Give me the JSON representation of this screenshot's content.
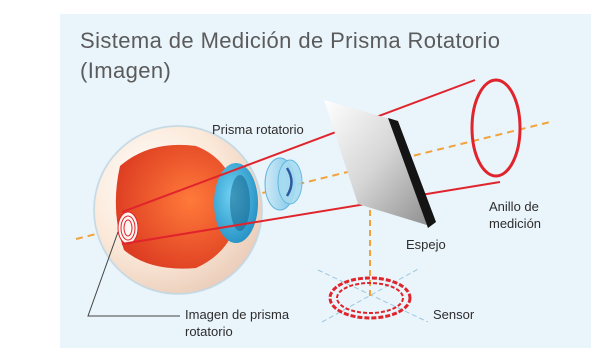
{
  "title": {
    "line1": "Sistema de Medición de Prisma Rotatorio",
    "line2": "(Imagen)"
  },
  "labels": {
    "rotary_prism": "Prisma rotatorio",
    "measurement_ring_line1": "Anillo de",
    "measurement_ring_line2": "medición",
    "mirror": "Espejo",
    "sensor": "Sensor",
    "prism_image_line1": "Imagen de prisma",
    "prism_image_line2": "rotatorio"
  },
  "colors": {
    "panel": "#eaf4fb",
    "beam": "#e0242c",
    "axis_dashed": "#f2a23a",
    "mirror_edge": "#1a1a1a",
    "eye_iris": "#2ba8d8"
  }
}
